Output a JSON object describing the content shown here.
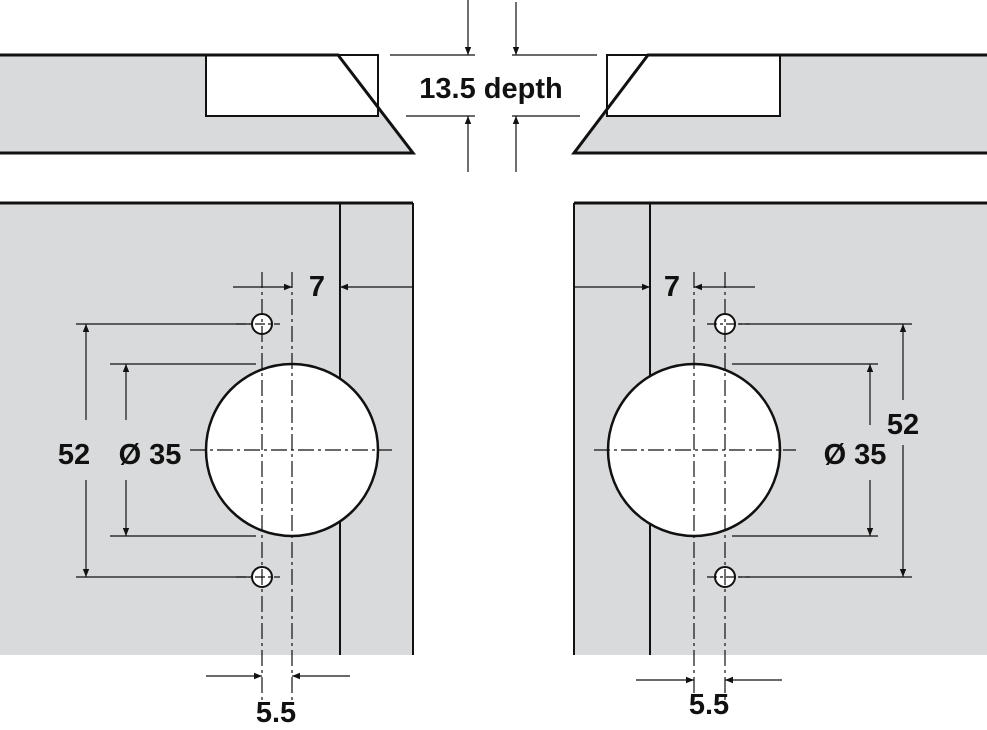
{
  "labels": {
    "depth": "13.5 depth",
    "left_edge_offset": "7",
    "right_edge_offset": "7",
    "left_hole_spacing": "52",
    "right_hole_spacing": "52",
    "left_cup_diameter": "Ø 35",
    "right_cup_diameter": "Ø 35",
    "left_hole_offset": "5.5",
    "right_hole_offset": "5.5"
  },
  "colors": {
    "panel": "#d9dadb",
    "line": "#111111",
    "cup": "#ffffff"
  }
}
